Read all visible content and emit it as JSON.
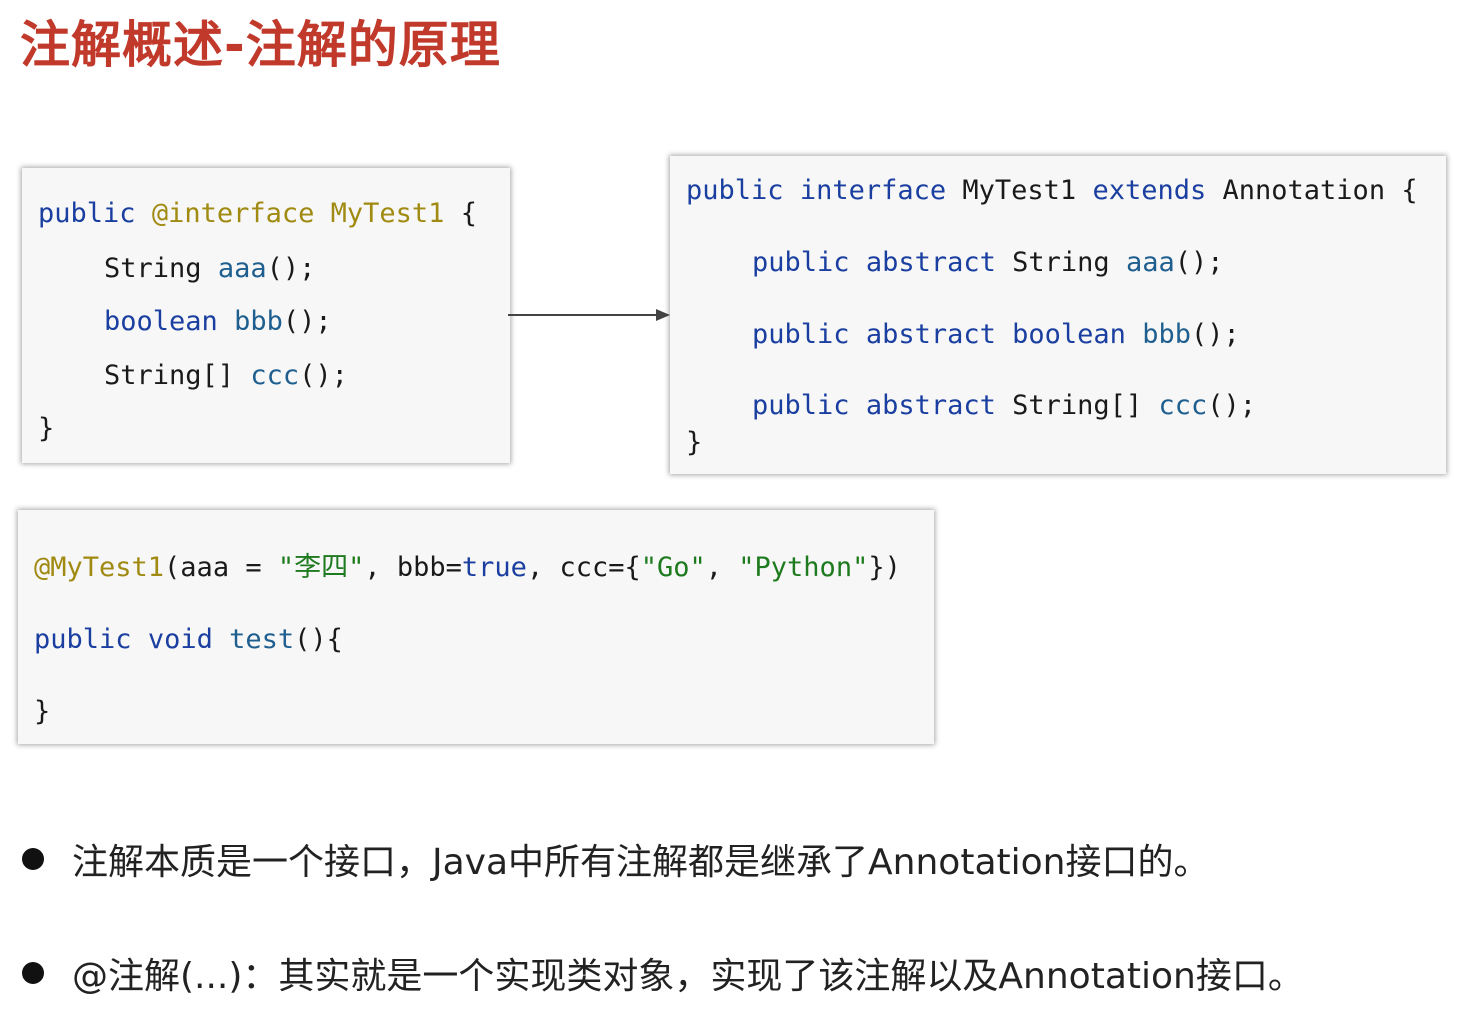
{
  "title": "注解概述-注解的原理",
  "left_box": {
    "l1": {
      "kw": "public",
      "anno": "@interface",
      "name": "MyTest1",
      "brace": " {"
    },
    "l2": {
      "type": "String",
      "fn": "aaa",
      "rest": "();"
    },
    "l3": {
      "type": "boolean",
      "fn": "bbb",
      "rest": "();"
    },
    "l4": {
      "type": "String[]",
      "fn": "ccc",
      "rest": "();"
    },
    "l5": "}"
  },
  "right_box": {
    "l1": {
      "kw1": "public",
      "kw2": "interface",
      "name": "MyTest1",
      "kw3": "extends",
      "parent": "Annotation",
      "brace": " {"
    },
    "l2": {
      "kw1": "public",
      "kw2": "abstract",
      "type": "String",
      "fn": "aaa",
      "rest": "();"
    },
    "l3": {
      "kw1": "public",
      "kw2": "abstract",
      "type": "boolean",
      "fn": "bbb",
      "rest": "();"
    },
    "l4": {
      "kw1": "public",
      "kw2": "abstract",
      "type": "String[]",
      "fn": "ccc",
      "rest": "();"
    },
    "l5": "}"
  },
  "bottom_box": {
    "l1": {
      "anno": "@MyTest1",
      "p1": "(aaa = ",
      "s1": "\"李四\"",
      "p2": ", bbb=",
      "kw": "true",
      "p3": ", ccc={",
      "s2": "\"Go\"",
      "p4": ", ",
      "s3": "\"Python\"",
      "p5": "})"
    },
    "l2": {
      "kw1": "public",
      "kw2": "void",
      "fn": "test",
      "rest": "(){"
    },
    "l3": "}"
  },
  "bullets": [
    "注解本质是一个接口，Java中所有注解都是继承了Annotation接口的。",
    "@注解(...)：其实就是一个实现类对象，实现了该注解以及Annotation接口。"
  ],
  "colors": {
    "title": "#c0392b",
    "keyword": "#1a3fa0",
    "annotation": "#a08a12",
    "string": "#1e7a1e",
    "box_bg": "#f7f7f7"
  }
}
